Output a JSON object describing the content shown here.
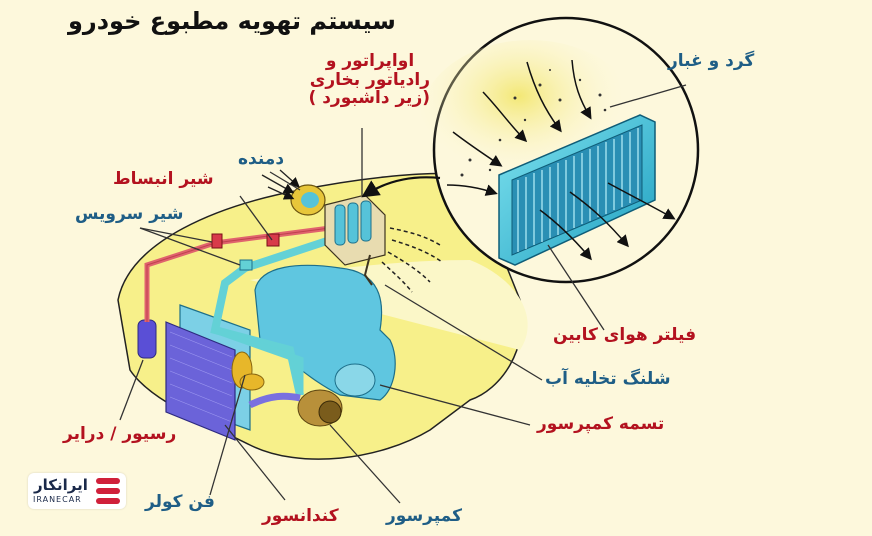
{
  "title": "سیستم تهویه مطبوع خودرو",
  "labels": {
    "evaporator_line1": "اواپراتور و",
    "evaporator_line2": "رادیاتور بخاری",
    "evaporator_line3": "(زیر داشبورد )",
    "dust": "گرد و غبار",
    "blower": "دمنده",
    "expansion_valve": "شیر انبساط",
    "service_valve": "شیر سرویس",
    "cabin_filter": "فیلتر هوای کابین",
    "drain_hose": "شلنگ تخلیه آب",
    "compressor_belt": "تسمه کمپرسور",
    "receiver_dryer": "رسیور / درایر",
    "cooler_fan": "فن کولر",
    "condenser": "کندانسور",
    "compressor": "کمپرسور"
  },
  "logo": {
    "fa_text": "ایرانکار",
    "en_text": "IRANECAR"
  },
  "colors": {
    "background": "#fdf8dc",
    "label_red": "#b3121f",
    "label_blue": "#1f5e86",
    "body_yellow": "#f7f08a",
    "pipe_red": "#e0636d",
    "pipe_cyan": "#63d1d6",
    "component_blue": "#4fb6d9",
    "condenser_purple": "#6b63d9"
  }
}
